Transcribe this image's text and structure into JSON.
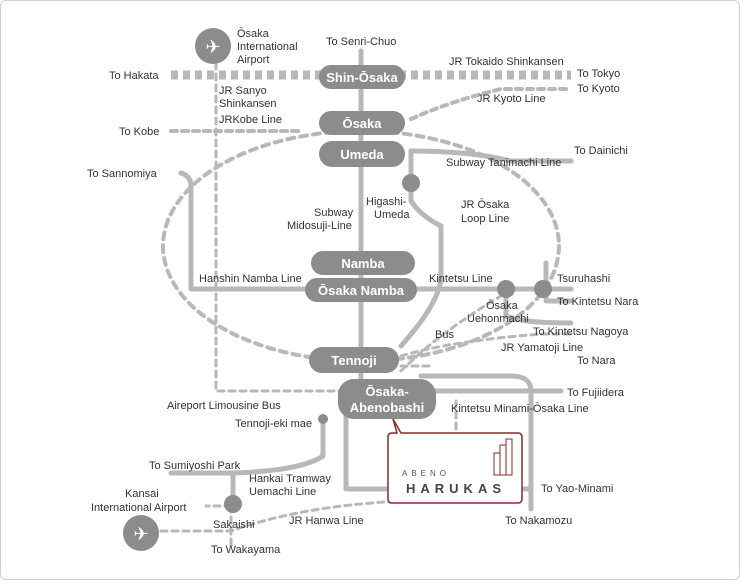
{
  "colors": {
    "track": "#b8b8b8",
    "station": "#8c8c8c",
    "station_text": "#ffffff",
    "label": "#333333",
    "brand": "#8a2a2a"
  },
  "stations": {
    "shin_osaka": "Shin-Ōsaka",
    "osaka": "Ōsaka",
    "umeda": "Umeda",
    "namba": "Namba",
    "osaka_namba": "Ōsaka Namba",
    "tennoji": "Tennoji",
    "abenobashi_1": "Ōsaka-",
    "abenobashi_2": "Abenobashi"
  },
  "labels": {
    "airport_itami_1": "Ōsaka",
    "airport_itami_2": "International",
    "airport_itami_3": "Airport",
    "to_senri_chuo": "To Senri-Chuo",
    "jr_tokaido_shinkansen": "JR Tokaido Shinkansen",
    "to_hakata": "To Hakata",
    "to_tokyo": "To Tokyo",
    "to_kyoto": "To Kyoto",
    "jr_sanyo_1": "JR Sanyo",
    "jr_sanyo_2": "Shinkansen",
    "jr_kobe_line": "JRKobe Line",
    "jr_kyoto_line": "JR Kyoto Line",
    "to_kobe": "To Kobe",
    "to_dainichi": "To Dainichi",
    "subway_tanimachi": "Subway Tanimachi Line",
    "to_sannomiya": "To Sannomiya",
    "higashi_umeda_1": "Higashi-",
    "higashi_umeda_2": "Umeda",
    "jr_osaka_loop_1": "JR Ōsaka",
    "jr_osaka_loop_2": "Loop Line",
    "subway_midosuji_1": "Subway",
    "subway_midosuji_2": "Midosuji-Line",
    "hanshin_namba": "Hanshin Namba Line",
    "kintetsu_line": "Kintetsu Line",
    "tsuruhashi": "Tsuruhashi",
    "to_kintetsu_nara": "To Kintetsu Nara",
    "osaka_uehonmachi_1": "Ōsaka",
    "osaka_uehonmachi_2": "Uehonmachi",
    "bus": "Bus",
    "to_kintetsu_nagoya": "To Kintetsu Nagoya",
    "jr_yamatoji": "JR Yamatoji Line",
    "to_nara": "To Nara",
    "to_fujiidera": "To Fujiidera",
    "kintetsu_minami_osaka": "Kintetsu Minami-Ōsaka Line",
    "airport_limousine_bus": "Aireport Limousine Bus",
    "tennoji_eki_mae": "Tennoji-eki mae",
    "to_sumiyoshi_park": "To Sumiyoshi Park",
    "hankai_1": "Hankai Tramway",
    "hankai_2": "Uemachi Line",
    "kansai_airport_1": "Kansai",
    "kansai_airport_2": "International Airport",
    "to_yao_minami": "To Yao-Minami",
    "sakaishi": "Sakaishi",
    "jr_hanwa": "JR Hanwa Line",
    "to_nakamozu": "To Nakamozu",
    "to_wakayama": "To Wakayama"
  },
  "logo": {
    "top": "ABENO",
    "bottom": "HARUKAS"
  }
}
